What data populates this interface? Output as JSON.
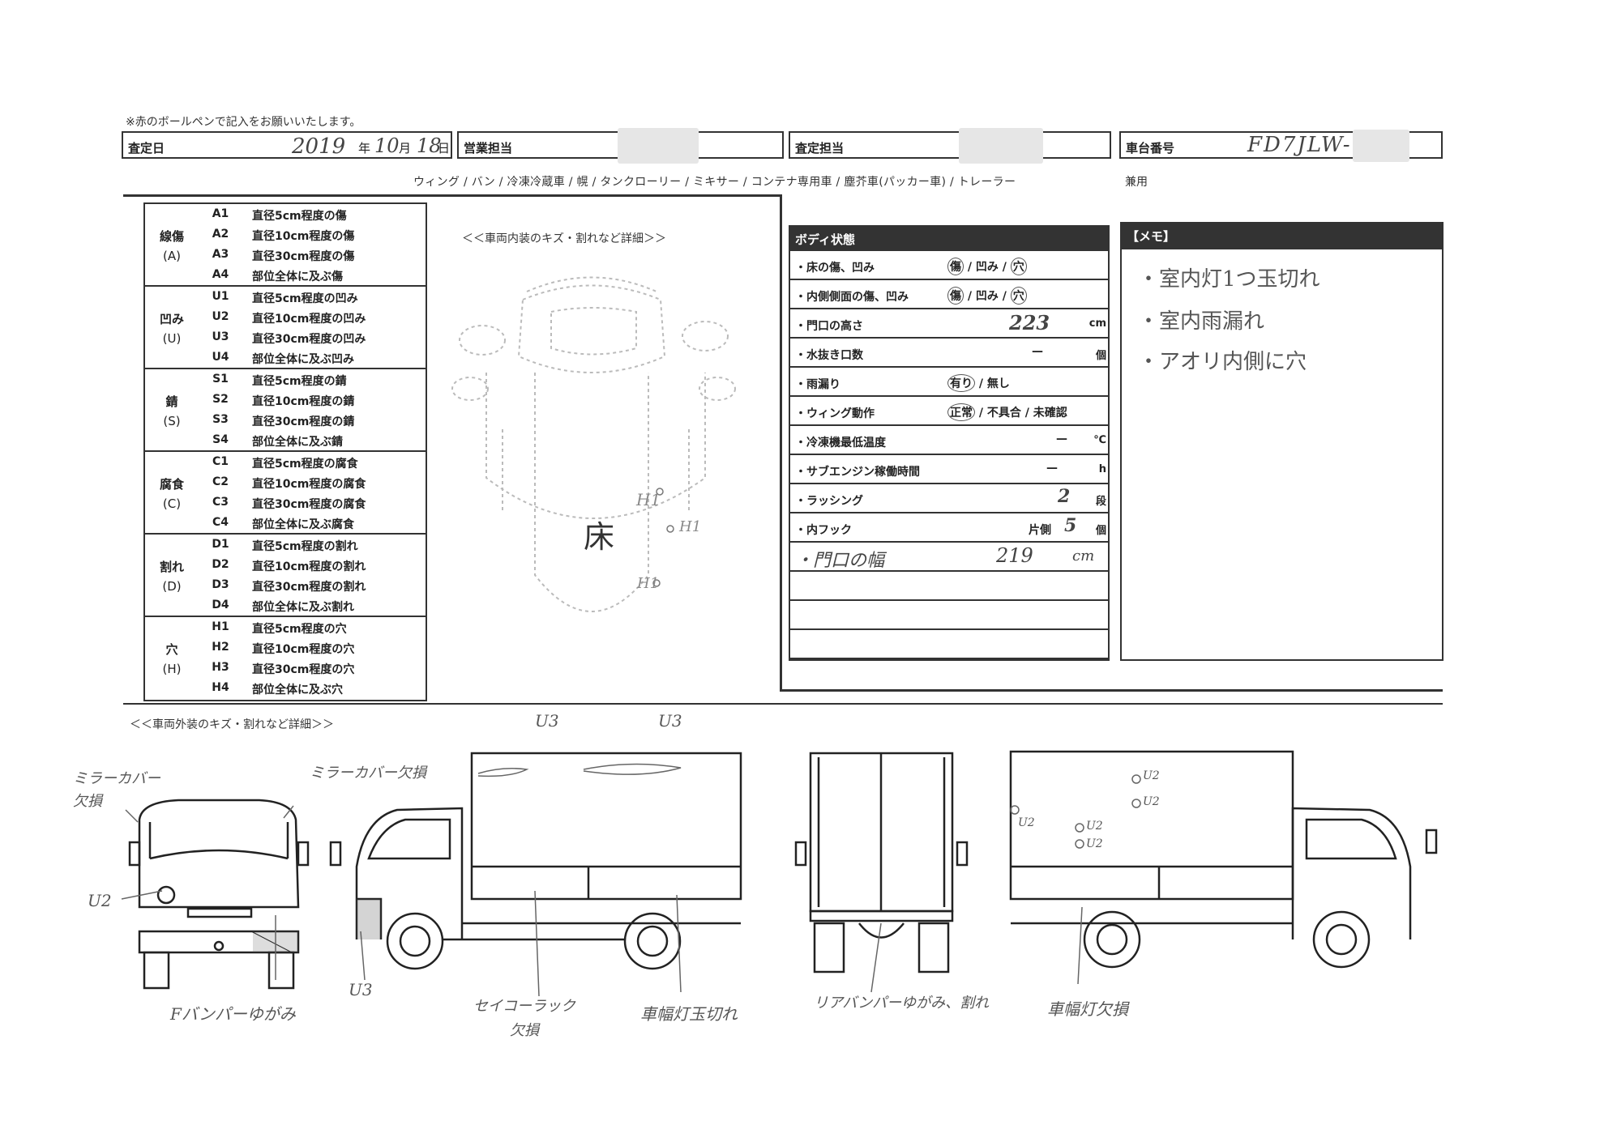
{
  "note": "※赤のボールペンで記入をお願いいたします。",
  "header": {
    "date_label": "査定日",
    "date_year": "2019",
    "date_year_unit": "年",
    "date_month": "10",
    "date_month_unit": "月",
    "date_day": "18",
    "date_day_unit": "日",
    "sales_label": "営業担当",
    "assessor_label": "査定担当",
    "chassis_label": "車台番号",
    "chassis_value": "FD7JLW-"
  },
  "body_types": "ウィング / バン / 冷凍冷蔵車 / 幌 / タンクローリー / ミキサー / コンテナ専用車 / 塵芥車(パッカー車) / トレーラー",
  "body_types_extra": "兼用",
  "legend": [
    {
      "group": "線傷",
      "code": "(A)",
      "rows": [
        {
          "code": "A1",
          "desc": "直径5cm程度の傷"
        },
        {
          "code": "A2",
          "desc": "直径10cm程度の傷"
        },
        {
          "code": "A3",
          "desc": "直径30cm程度の傷"
        },
        {
          "code": "A4",
          "desc": "部位全体に及ぶ傷"
        }
      ]
    },
    {
      "group": "凹み",
      "code": "(U)",
      "rows": [
        {
          "code": "U1",
          "desc": "直径5cm程度の凹み"
        },
        {
          "code": "U2",
          "desc": "直径10cm程度の凹み"
        },
        {
          "code": "U3",
          "desc": "直径30cm程度の凹み"
        },
        {
          "code": "U4",
          "desc": "部位全体に及ぶ凹み"
        }
      ]
    },
    {
      "group": "錆",
      "code": "(S)",
      "rows": [
        {
          "code": "S1",
          "desc": "直径5cm程度の錆"
        },
        {
          "code": "S2",
          "desc": "直径10cm程度の錆"
        },
        {
          "code": "S3",
          "desc": "直径30cm程度の錆"
        },
        {
          "code": "S4",
          "desc": "部位全体に及ぶ錆"
        }
      ]
    },
    {
      "group": "腐食",
      "code": "(C)",
      "rows": [
        {
          "code": "C1",
          "desc": "直径5cm程度の腐食"
        },
        {
          "code": "C2",
          "desc": "直径10cm程度の腐食"
        },
        {
          "code": "C3",
          "desc": "直径30cm程度の腐食"
        },
        {
          "code": "C4",
          "desc": "部位全体に及ぶ腐食"
        }
      ]
    },
    {
      "group": "割れ",
      "code": "(D)",
      "rows": [
        {
          "code": "D1",
          "desc": "直径5cm程度の割れ"
        },
        {
          "code": "D2",
          "desc": "直径10cm程度の割れ"
        },
        {
          "code": "D3",
          "desc": "直径30cm程度の割れ"
        },
        {
          "code": "D4",
          "desc": "部位全体に及ぶ割れ"
        }
      ]
    },
    {
      "group": "穴",
      "code": "(H)",
      "rows": [
        {
          "code": "H1",
          "desc": "直径5cm程度の穴"
        },
        {
          "code": "H2",
          "desc": "直径10cm程度の穴"
        },
        {
          "code": "H3",
          "desc": "直径30cm程度の穴"
        },
        {
          "code": "H4",
          "desc": "部位全体に及ぶ穴"
        }
      ]
    }
  ],
  "interior": {
    "caption": "＜＜車両内装のキズ・割れなど詳細＞＞",
    "floor_label": "床",
    "marks": [
      "H1",
      "H1",
      "H1"
    ]
  },
  "body": {
    "title": "ボディ状態",
    "floor_label": "・床の傷、凹み",
    "floor_a": "傷",
    "floor_b": "凹み",
    "floor_c": "穴",
    "side_label": "・内側側面の傷、凹み",
    "side_a": "傷",
    "side_b": "凹み",
    "side_c": "穴",
    "door_height_label": "・門口の高さ",
    "door_height_value": "223",
    "door_height_unit": "cm",
    "drain_label": "・水抜き口数",
    "drain_value": "—",
    "drain_unit": "個",
    "leak_label": "・雨漏り",
    "leak_yes": "有り",
    "leak_no": "無し",
    "wing_label": "・ウィング動作",
    "wing_ok": "正常",
    "wing_ng": "不具合",
    "wing_unchecked": "未確認",
    "freezer_label": "・冷凍機最低温度",
    "freezer_value": "—",
    "freezer_unit": "℃",
    "subengine_label": "・サブエンジン稼働時間",
    "subengine_value": "—",
    "subengine_unit": "h",
    "lashing_label": "・ラッシング",
    "lashing_value": "2",
    "lashing_unit": "段",
    "hook_label": "・内フック",
    "hook_side": "片側",
    "hook_value": "5",
    "hook_unit": "個",
    "door_width_label": "・門口の幅",
    "door_width_value": "219",
    "door_width_unit": "cm"
  },
  "memo": {
    "title": "【メモ】",
    "lines": [
      "・室内灯1つ玉切れ",
      "・室内雨漏れ",
      "・アオリ内側に穴"
    ]
  },
  "exterior": {
    "caption": "＜＜車両外装のキズ・割れなど詳細＞＞",
    "notes": {
      "mirror_left": "ミラーカバー\n欠損",
      "mirror_right": "ミラーカバー欠損",
      "u2_front": "U2",
      "u3_bottom": "U3",
      "u3_top1": "U3",
      "u3_top2": "U3",
      "bumper_front": "Fバンパーゆがみ",
      "seiko_rack": "セイコーラック\n欠損",
      "side_lamp": "車幅灯玉切れ",
      "rear_bumper": "リアバンパーゆがみ、割れ",
      "side_lamp2": "車幅灯欠損",
      "u2_marks": [
        "U2",
        "U2",
        "U2",
        "U2",
        "U2"
      ]
    }
  }
}
